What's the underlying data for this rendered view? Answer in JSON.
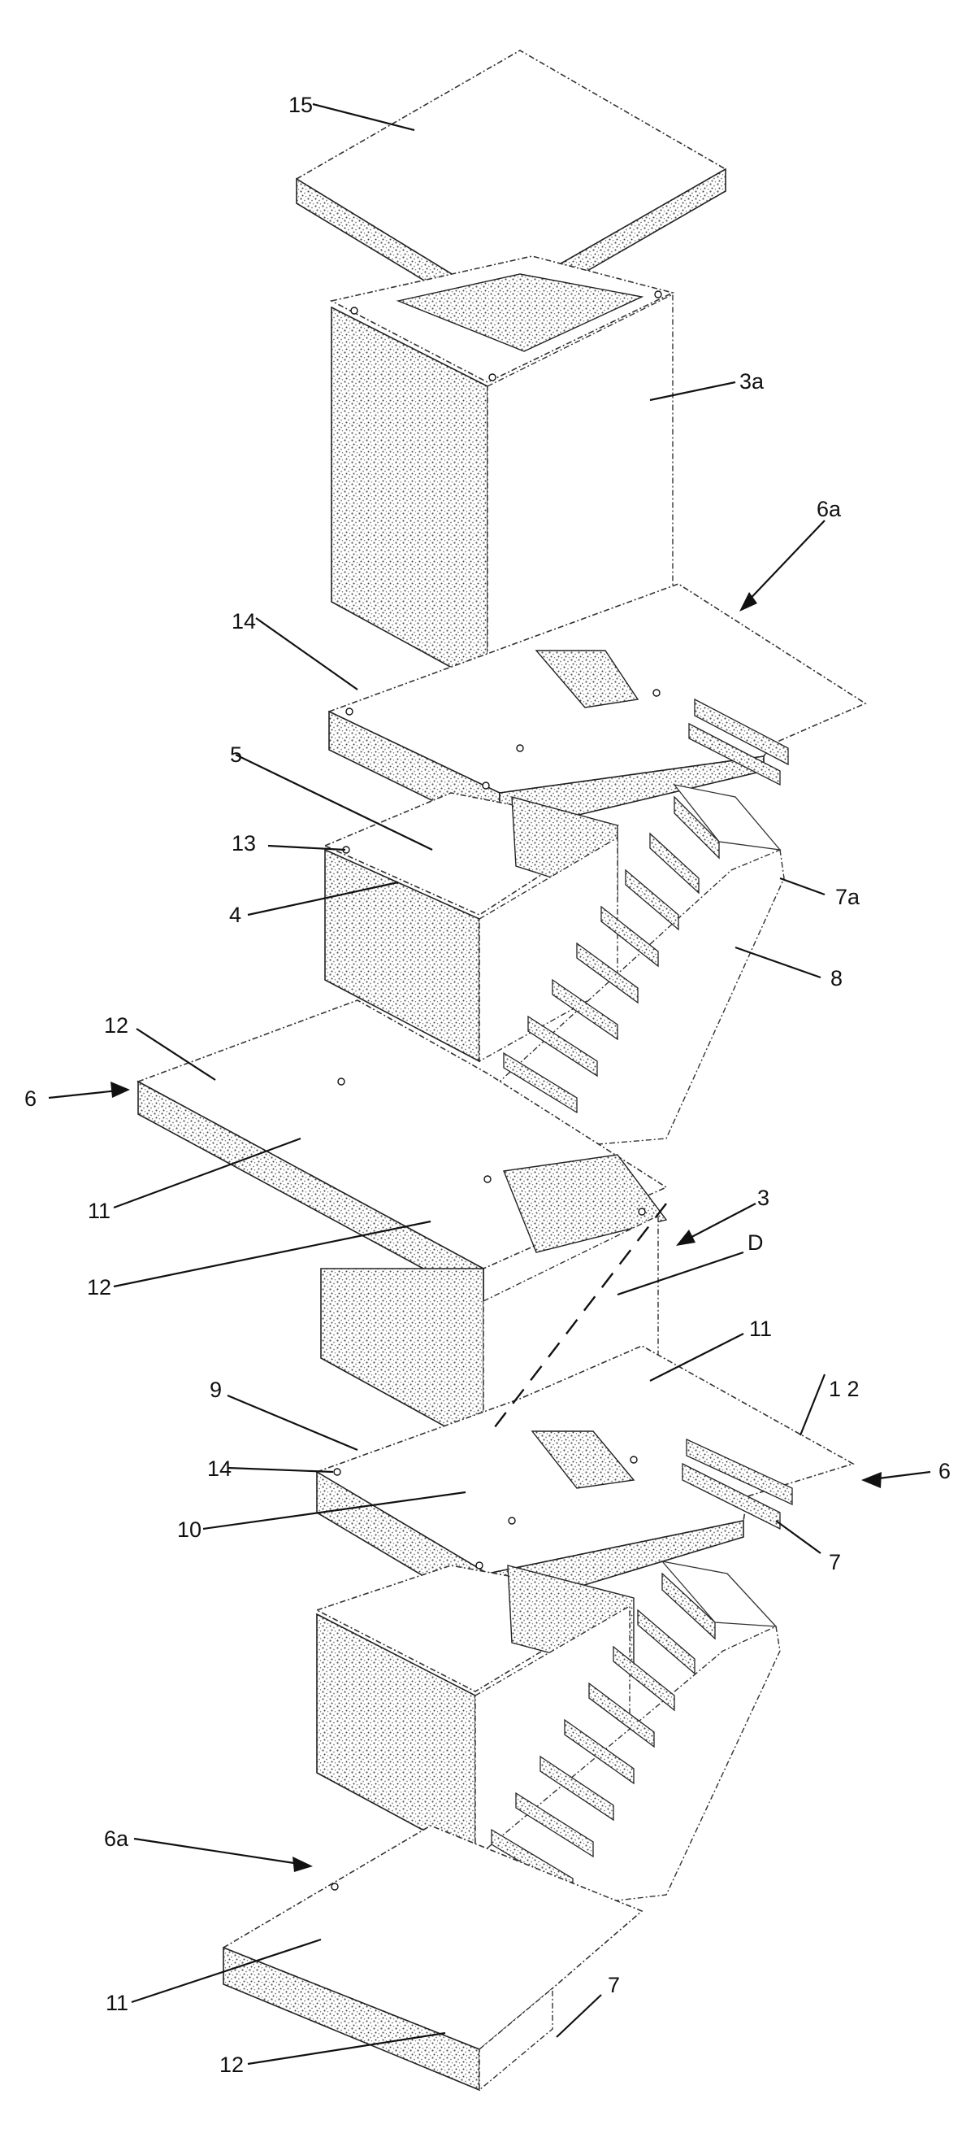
{
  "labels": {
    "l15": "15",
    "l3a": "3a",
    "l6a_top": "6a",
    "l14_top": "14",
    "l5": "5",
    "l13": "13",
    "l7a": "7a",
    "l4": "4",
    "l8": "8",
    "l12_a": "12",
    "l6_left": "6",
    "l11_a": "11",
    "l3": "3",
    "l12_b": "12",
    "lD": "D",
    "l11_b": "11",
    "l9": "9",
    "l12_c": "1 2",
    "l14_mid": "14",
    "l6_right": "6",
    "l10": "10",
    "l7_mid": "7",
    "l6a_bottom": "6a",
    "l11_c": "11",
    "l7_bottom": "7",
    "l12_d": "12"
  }
}
